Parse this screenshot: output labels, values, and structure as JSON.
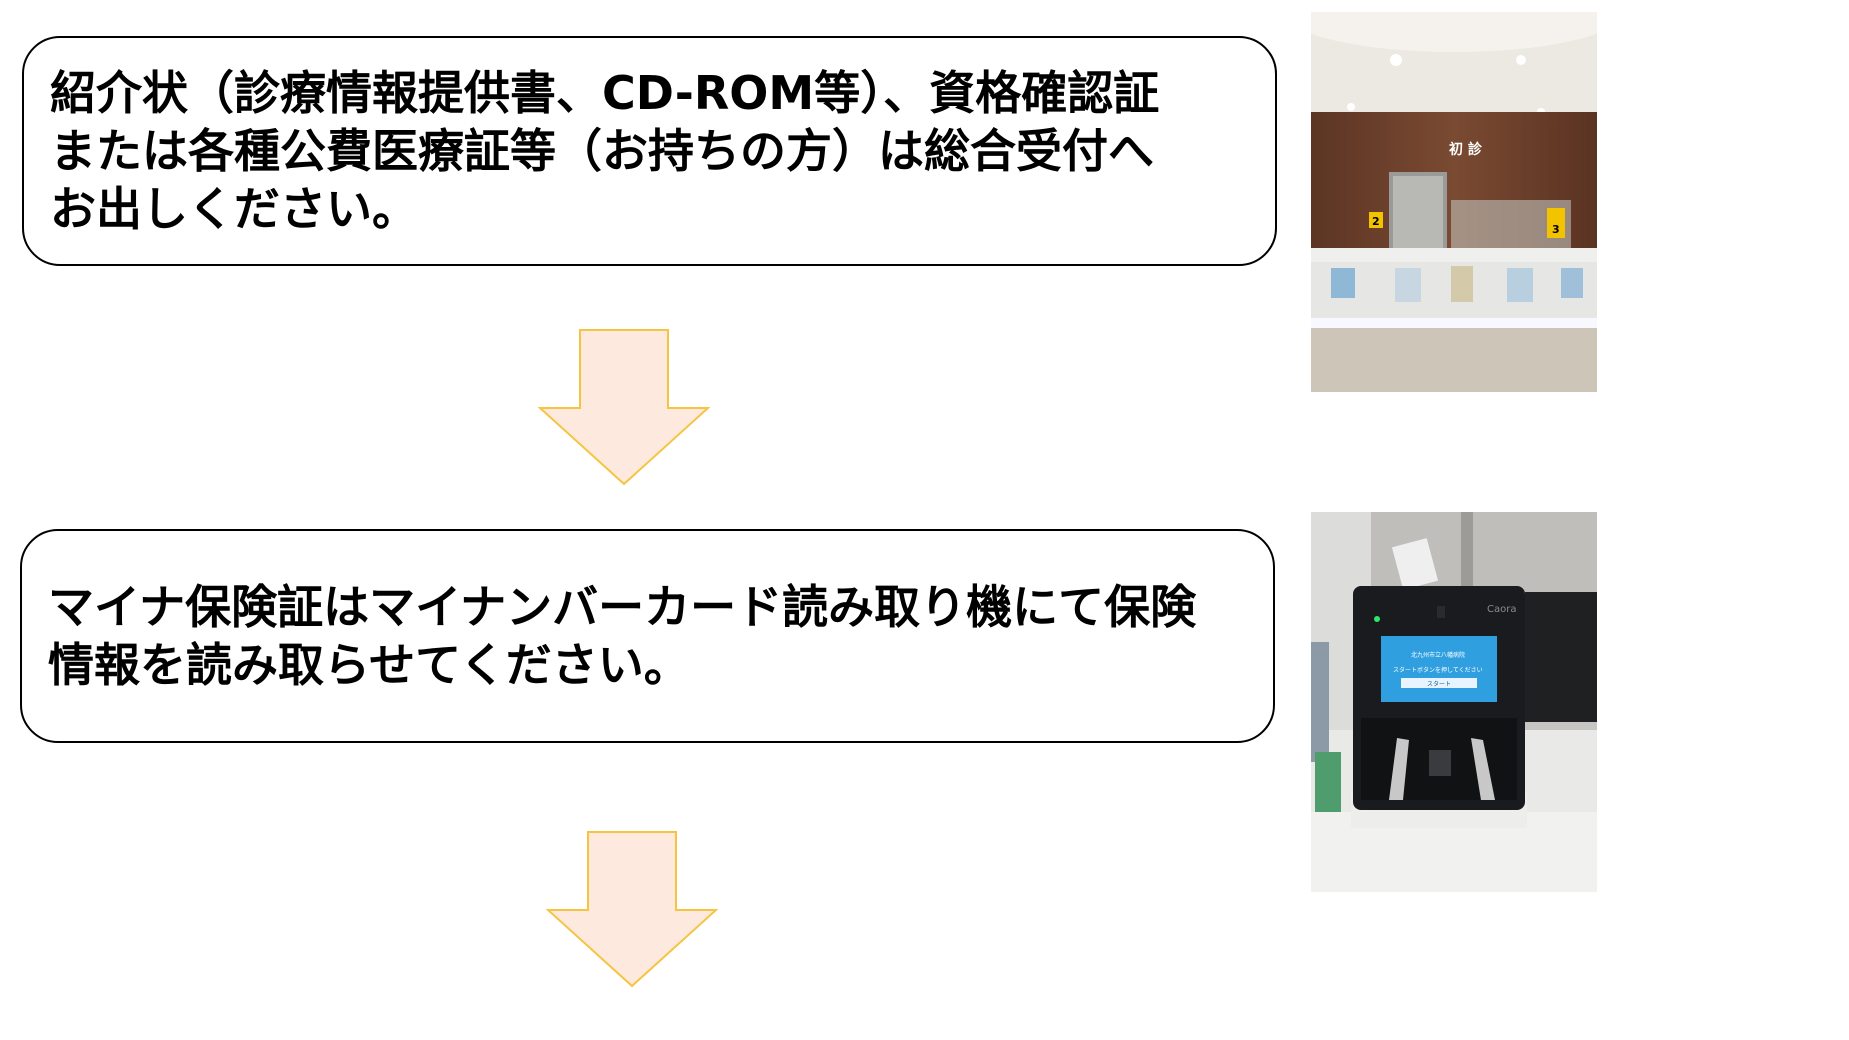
{
  "steps": [
    {
      "text": "紹介状（診療情報提供書、CD-ROM等）、資格確認証\nまたは各種公費医療証等（お持ちの方）は総合受付へ\nお出しください。"
    },
    {
      "text": "マイナ保険証はマイナンバーカード読み取り機にて保険\n情報を読み取らせてください。"
    }
  ],
  "photos": {
    "reception": {
      "sign": "初 診",
      "counters": [
        "2",
        "3"
      ]
    },
    "card_reader": {
      "brand": "Caora",
      "screen_line1": "北九州市立八幡病院",
      "screen_line2": "スタートボタンを押してください",
      "screen_button": "スタート"
    }
  },
  "colors": {
    "arrow_fill": "#FDE9DD",
    "arrow_stroke": "#F5C542",
    "box_border": "#000000"
  }
}
